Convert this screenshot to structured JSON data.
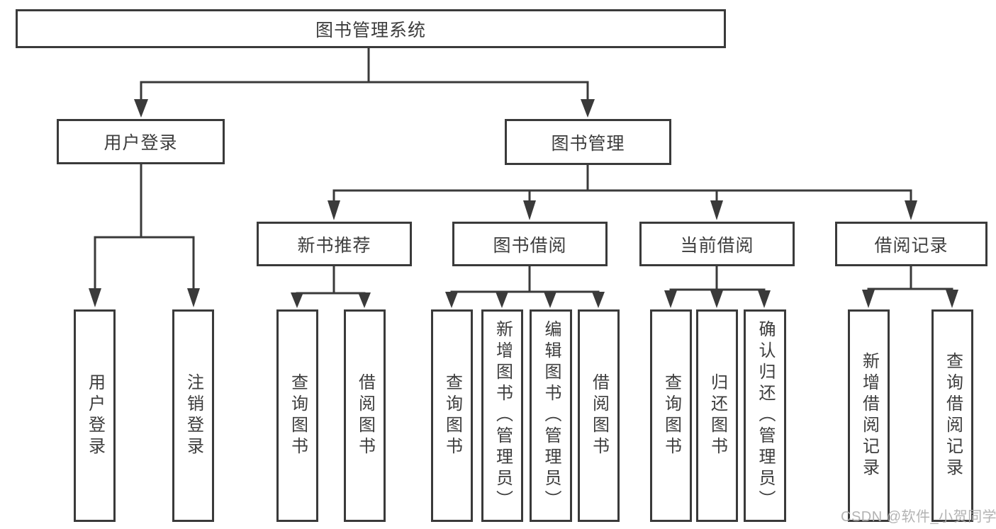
{
  "tree": {
    "root": {
      "label": "图书管理系统"
    },
    "branches": [
      {
        "label": "用户登录",
        "children": [
          {
            "label": "用户登录"
          },
          {
            "label": "注销登录"
          }
        ]
      },
      {
        "label": "图书管理",
        "children": [
          {
            "label": "新书推荐",
            "children": [
              {
                "label": "查询图书"
              },
              {
                "label": "借阅图书"
              }
            ]
          },
          {
            "label": "图书借阅",
            "children": [
              {
                "label": "查询图书"
              },
              {
                "label": "新增图书（管理员）"
              },
              {
                "label": "编辑图书（管理员）"
              },
              {
                "label": "借阅图书"
              }
            ]
          },
          {
            "label": "当前借阅",
            "children": [
              {
                "label": "查询图书"
              },
              {
                "label": "归还图书"
              },
              {
                "label": "确认归还（管理员）"
              }
            ]
          },
          {
            "label": "借阅记录",
            "children": [
              {
                "label": "新增借阅记录"
              },
              {
                "label": "查询借阅记录"
              }
            ]
          }
        ]
      }
    ]
  },
  "watermark": {
    "text": "CSDN @软件_小贺同学"
  },
  "colors": {
    "line": "#3a3a3a",
    "box_border": "#3a3a3a",
    "text": "#3d3d3d",
    "watermark": "#acacac",
    "background": "#ffffff"
  }
}
